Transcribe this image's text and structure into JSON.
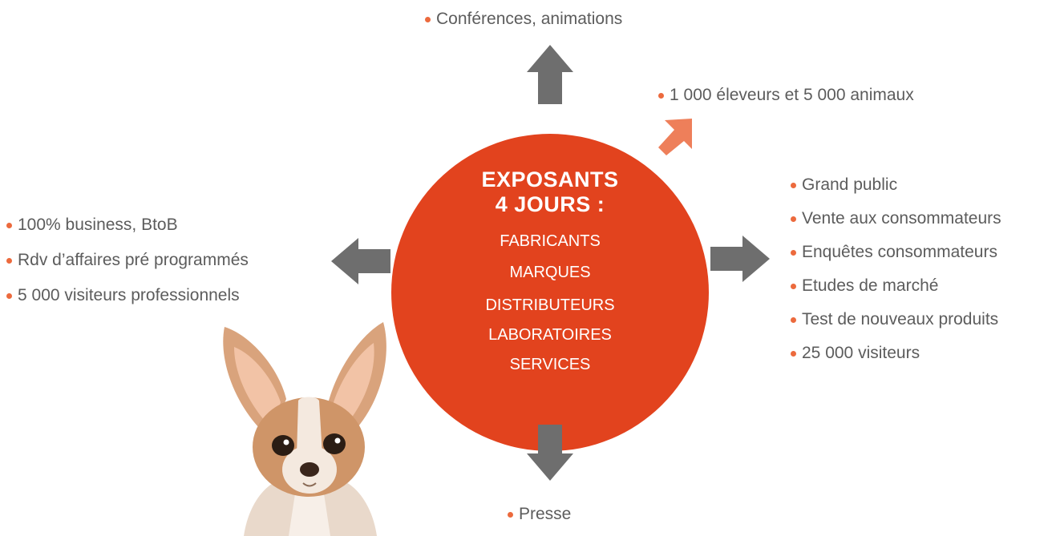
{
  "center": {
    "heading": [
      "EXPOSANTS",
      "4 JOURS :"
    ],
    "lines": [
      "FABRICANTS",
      "MARQUES",
      "DISTRIBUTEURS",
      "LABORATOIRES",
      "SERVICES"
    ]
  },
  "top_items": [
    "Conférences, animations"
  ],
  "top_right_items": [
    "1 000 éleveurs et 5 000 animaux"
  ],
  "left_items": [
    "100% business, BtoB",
    "Rdv d’affaires pré programmés",
    "5 000 visiteurs professionnels"
  ],
  "right_items": [
    "Grand public",
    "Vente aux consommateurs",
    "Enquêtes consommateurs",
    "Etudes de marché",
    "Test de nouveaux produits",
    "25 000 visiteurs"
  ],
  "bottom_items": [
    "Presse"
  ],
  "colors": {
    "circle": "#e2431e",
    "bullet": "#ec6a3d",
    "arrow": "#6e6e6e",
    "accent_arrow": "#ee7f5a"
  },
  "icons": {
    "bullet": "dot-icon",
    "arrows": "arrow-icon",
    "photo": "chihuahua-photo"
  }
}
